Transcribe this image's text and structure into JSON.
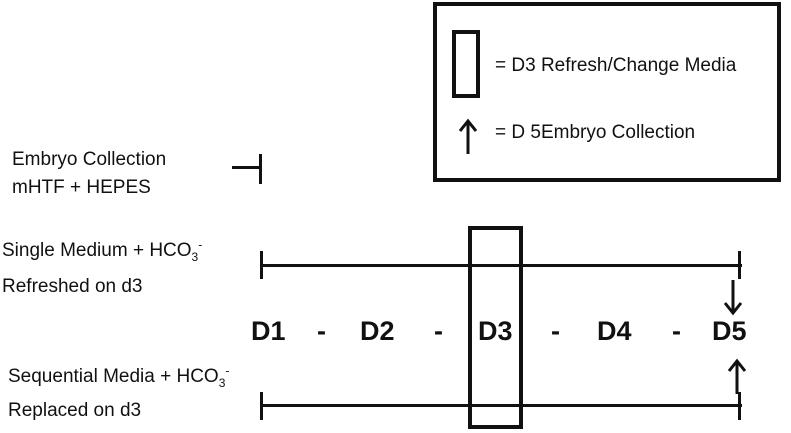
{
  "legend": {
    "box_label": "= D3 Refresh/Change Media",
    "arrow_label": "= D 5Embryo Collection"
  },
  "collection": {
    "line1": "Embryo Collection",
    "line2": "mHTF + HEPES"
  },
  "single": {
    "label_prefix": "Single Medium + HCO",
    "sub": "3",
    "sup": "-",
    "line2": "Refreshed on d3"
  },
  "sequential": {
    "label_prefix": "Sequential Media + HCO",
    "sub": "3",
    "sup": "-",
    "line2": "Replaced on d3"
  },
  "timeline": {
    "days": [
      "D1",
      "D2",
      "D3",
      "D4",
      "D5"
    ],
    "separator": "-"
  }
}
